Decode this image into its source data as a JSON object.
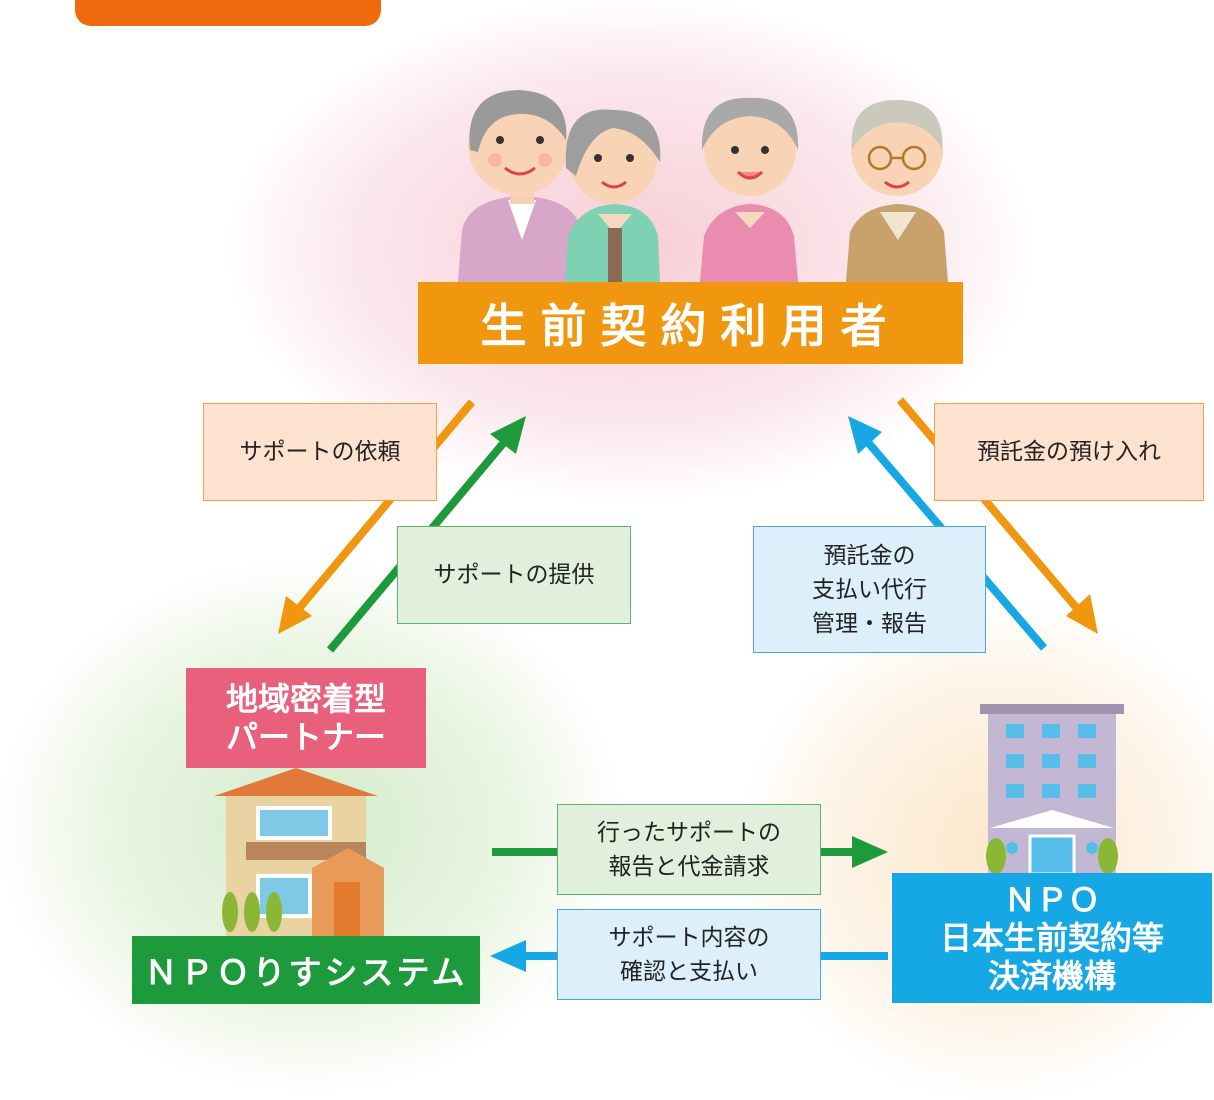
{
  "title": "生前契約利用者",
  "partner_label": "地域密着型\nパートナー",
  "risu_label": "ＮＰＯりすシステム",
  "npo_label": "ＮＰＯ\n日本生前契約等\n決済機構",
  "flows": {
    "support_request": "サポートの依頼",
    "support_provide": "サポートの提供",
    "deposit_in": "預託金の預け入れ",
    "deposit_manage": "預託金の\n支払い代行\n管理・報告",
    "report_bill": "行ったサポートの\n報告と代金請求",
    "confirm_pay": "サポート内容の\n確認と支払い"
  },
  "colors": {
    "orange": "#f0960f",
    "green": "#1c9a3c",
    "blue": "#16a8e4",
    "pink": "#e9607d"
  }
}
